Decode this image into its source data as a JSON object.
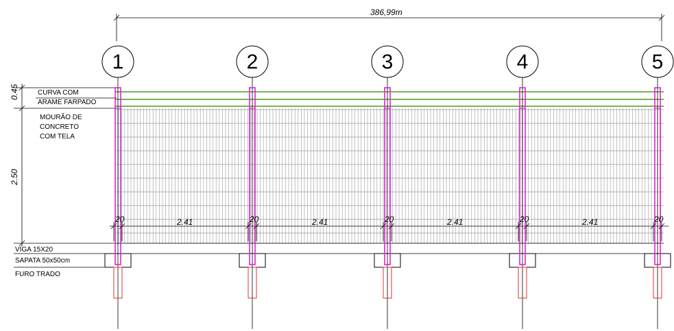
{
  "title_dimension": "386,99m",
  "axes": [
    "1",
    "2",
    "3",
    "4",
    "5"
  ],
  "labels": {
    "curva_line1": "CURVA COM",
    "curva_line2": "ARAME FARPADO",
    "mourao_line1": "MOURÃO DE",
    "mourao_line2": "CONCRETO",
    "mourao_line3": "COM TELA",
    "viga": "VIGA 15X20",
    "sapata": "SAPATA 50x50cm",
    "furo": "FURO TRADO"
  },
  "vertical_dims": {
    "top": "0.45",
    "main": "2.50"
  },
  "post_dim": "20",
  "span_dims": [
    "2.41",
    "2.41",
    "2.41",
    "2.41"
  ],
  "colors": {
    "post": "#e020d0",
    "wire": "#4a9a20",
    "footing_pile": "#e03030",
    "mesh": "#9a9a9a",
    "line": "#000000"
  }
}
